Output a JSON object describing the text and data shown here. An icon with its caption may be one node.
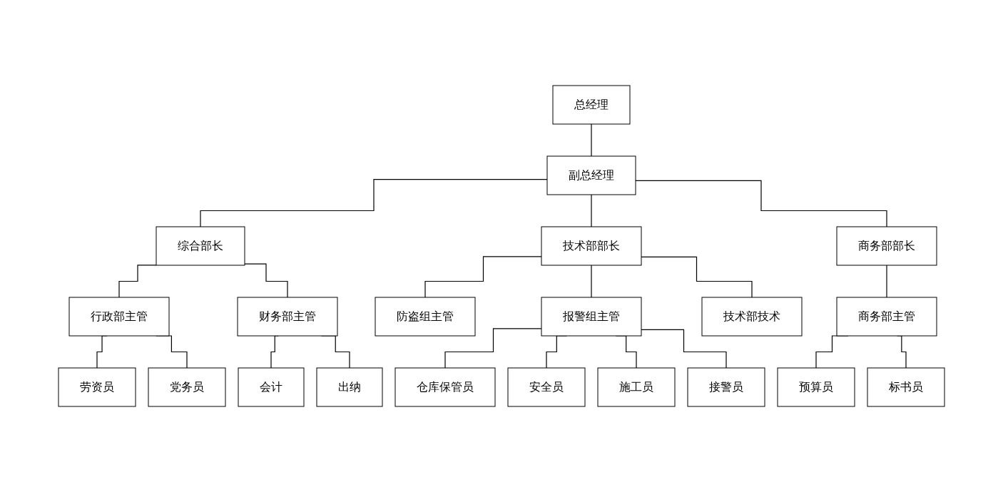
{
  "diagram": {
    "nodes": [
      {
        "text": [
          "总经理"
        ]
      },
      {
        "text": [
          "副总经理"
        ]
      },
      {
        "text": [
          "综合部长"
        ]
      },
      {
        "text": [
          "技术部部长"
        ]
      },
      {
        "text": [
          "商务部部长"
        ]
      },
      {
        "text": [
          "行政部主管"
        ]
      },
      {
        "text": [
          "财务部主管"
        ]
      },
      {
        "text": [
          "防盗组主管"
        ]
      },
      {
        "text": [
          "报警组主管"
        ]
      },
      {
        "text": [
          "技术部技术"
        ]
      },
      {
        "text": [
          "商务部主管"
        ]
      },
      {
        "text": [
          "劳资员"
        ]
      },
      {
        "text": [
          "党务员"
        ]
      },
      {
        "text": [
          "会计"
        ]
      },
      {
        "text": [
          "出纳"
        ]
      },
      {
        "text": [
          "仓库保管员"
        ]
      },
      {
        "text": [
          "安全员"
        ]
      },
      {
        "text": [
          "施工员"
        ]
      },
      {
        "text": [
          "接警员"
        ]
      },
      {
        "text": [
          "预算员"
        ]
      },
      {
        "text": [
          "标书员"
        ]
      }
    ],
    "edges": [
      {
        "from": 0,
        "to": 1,
        "arrow": "none"
      },
      {
        "from": 1,
        "to": 2,
        "arrow": "none"
      },
      {
        "from": 1,
        "to": 3,
        "arrow": "none"
      },
      {
        "from": 1,
        "to": 4,
        "arrow": "none"
      },
      {
        "from": 2,
        "to": 5,
        "arrow": "none"
      },
      {
        "from": 2,
        "to": 6,
        "arrow": "none"
      },
      {
        "from": 3,
        "to": 7,
        "arrow": "none"
      },
      {
        "from": 3,
        "to": 8,
        "arrow": "none"
      },
      {
        "from": 3,
        "to": 9,
        "arrow": "none"
      },
      {
        "from": 4,
        "to": 10,
        "arrow": "none"
      },
      {
        "from": 5,
        "to": 11,
        "arrow": "none"
      },
      {
        "from": 5,
        "to": 12,
        "arrow": "none"
      },
      {
        "from": 6,
        "to": 13,
        "arrow": "none"
      },
      {
        "from": 6,
        "to": 14,
        "arrow": "none"
      },
      {
        "from": 8,
        "to": 15,
        "arrow": "none"
      },
      {
        "from": 8,
        "to": 16,
        "arrow": "none"
      },
      {
        "from": 8,
        "to": 17,
        "arrow": "none"
      },
      {
        "from": 8,
        "to": 18,
        "arrow": "none"
      },
      {
        "from": 10,
        "to": 19,
        "arrow": "none"
      },
      {
        "from": 10,
        "to": 20,
        "arrow": "none"
      }
    ]
  }
}
